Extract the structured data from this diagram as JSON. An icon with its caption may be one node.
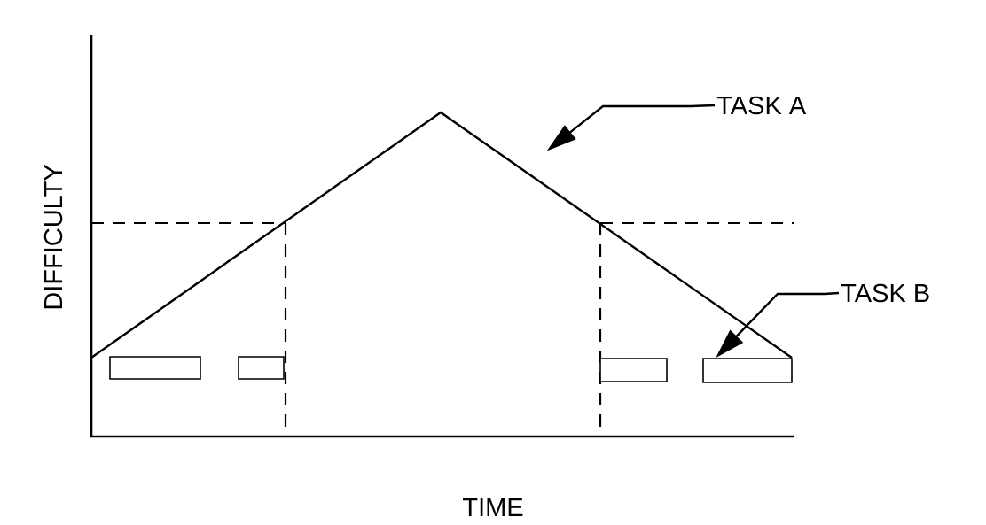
{
  "diagram": {
    "nodes": [
      {
        "text": [
          "TASK A"
        ]
      },
      {
        "text": [],
        "shape": "line"
      },
      {
        "text": [
          "TASK B"
        ]
      },
      {
        "text": [],
        "shape": "box"
      },
      {
        "text": [],
        "shape": "box"
      },
      {
        "text": [],
        "shape": "box"
      },
      {
        "text": [],
        "shape": "box"
      }
    ],
    "edges": [
      {
        "from": 0,
        "to": 1,
        "arrow": "to"
      },
      {
        "from": 2,
        "to": 6,
        "arrow": "to"
      }
    ],
    "labels": [
      "DIFFICULTY",
      "TIME"
    ]
  }
}
